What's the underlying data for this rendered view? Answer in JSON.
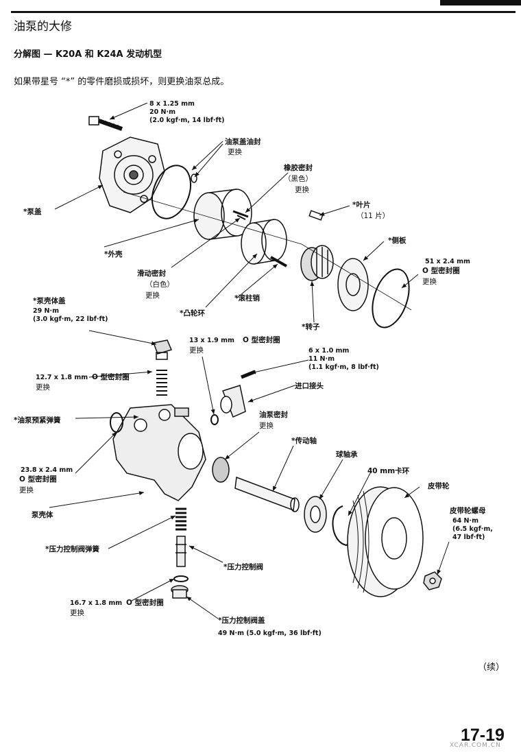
{
  "header": {
    "title": "油泵的大修",
    "subtitle": "分解图 — K20A 和 K24A 发动机型",
    "note": "如果带星号 “*” 的零件磨损或损坏，则更换油泵总成。"
  },
  "labels": {
    "bolt_size": "8 x 1.25 mm",
    "bolt_torque_nm": "20 N·m",
    "bolt_torque_kgf": "(2.0 kgf·m, 14 lbf·ft)",
    "cover_seal": "油泵盖油封",
    "cover_seal_replace": "更换",
    "rubber_seal": "橡胶密封",
    "rubber_seal_color": "（黑色）",
    "rubber_seal_replace": "更换",
    "vanes": "*叶片",
    "vanes_count": "（11 片）",
    "pump_cover": "*泵盖",
    "side_plate": "*侧板",
    "oring_51": "51 x 2.4 mm",
    "oring_51_name": "O 型密封圈",
    "oring_51_replace": "更换",
    "outer_housing": "*外壳",
    "slide_seal": "滑动密封",
    "slide_seal_color": "（白色）",
    "slide_seal_replace": "更换",
    "cam_ring": "*凸轮环",
    "roller_pin": "*滚柱销",
    "rotor": "*转子",
    "housing_cover": "*泵壳体盖",
    "housing_cover_torque_nm": "29 N·m",
    "housing_cover_torque_kgf": "(3.0 kgf·m, 22 lbf·ft)",
    "oring_13": "13 x 1.9 mm",
    "oring_13_name": "O 型密封圈",
    "oring_13_replace": "更换",
    "bolt6_size": "6 x 1.0 mm",
    "bolt6_torque_nm": "11 N·m",
    "bolt6_torque_kgf": "(1.1 kgf·m, 8 lbf·ft)",
    "oring_12": "12.7 x 1.8 mm",
    "oring_12_name": "O 型密封圈",
    "oring_12_replace": "更换",
    "inlet_joint": "进口接头",
    "preload_spring": "*油泵预紧弹簧",
    "pump_seal": "油泵密封",
    "pump_seal_replace": "更换",
    "drive_shaft": "*传动轴",
    "oring_23": "23.8 x 2.4 mm",
    "oring_23_name": "O 型密封圈",
    "oring_23_replace": "更换",
    "ball_bearing": "球轴承",
    "circlip": "40 mm卡环",
    "pulley": "皮带轮",
    "housing": "泵壳体",
    "pulley_nut": "皮带轮螺母",
    "pulley_nut_torque_nm": "64 N·m",
    "pulley_nut_torque_kgf": "(6.5 kgf·m,",
    "pulley_nut_torque_lbf": "47 lbf·ft)",
    "valve_spring": "*压力控制阀弹簧",
    "control_valve": "*压力控制阀",
    "oring_16": "16.7 x 1.8 mm",
    "oring_16_name": "O 型密封圈",
    "oring_16_replace": "更换",
    "valve_cap": "*压力控制阀盖",
    "valve_cap_torque": "49 N·m (5.0 kgf·m, 36 lbf·ft)"
  },
  "footer": {
    "continued": "（续）",
    "page_number": "17-19",
    "watermark": "XCAR.COM.CN"
  }
}
